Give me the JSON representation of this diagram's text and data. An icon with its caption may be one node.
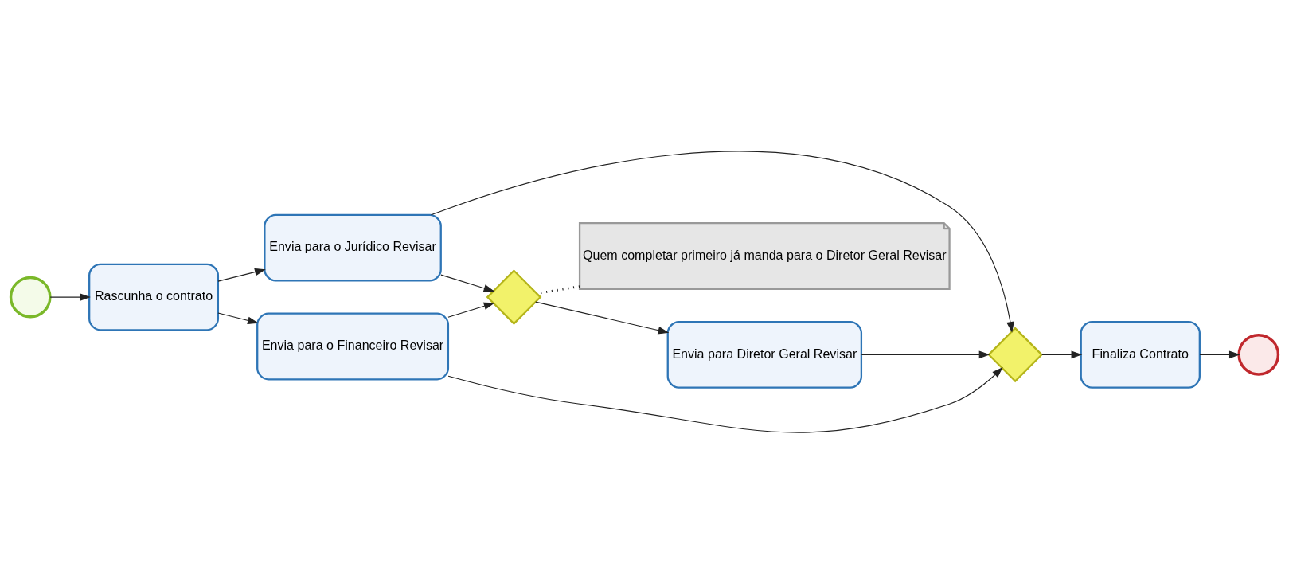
{
  "diagram": {
    "nodes": [
      {
        "text": [],
        "shape": "circle"
      },
      {
        "text": [
          "Rascunha o contrato"
        ]
      },
      {
        "text": [
          "Envia para o Jurídico Revisar"
        ]
      },
      {
        "text": [
          "Envia para o Financeiro Revisar"
        ]
      },
      {
        "text": [],
        "shape": "diamond"
      },
      {
        "text": [
          "Envia para Diretor Geral Revisar"
        ]
      },
      {
        "text": [],
        "shape": "diamond"
      },
      {
        "text": [
          "Finaliza Contrato"
        ]
      },
      {
        "text": [],
        "shape": "circle"
      },
      {
        "text": [
          "Quem completar primeiro já manda para o Diretor Geral Revisar"
        ]
      }
    ],
    "edges": [
      {
        "from": 0,
        "to": 1,
        "arrow": "to"
      },
      {
        "from": 1,
        "to": 2,
        "arrow": "to"
      },
      {
        "from": 1,
        "to": 3,
        "arrow": "to"
      },
      {
        "from": 2,
        "to": 4,
        "arrow": "to"
      },
      {
        "from": 3,
        "to": 4,
        "arrow": "to"
      },
      {
        "from": 4,
        "to": 5,
        "arrow": "to"
      },
      {
        "from": 2,
        "to": 6,
        "arrow": "to"
      },
      {
        "from": 3,
        "to": 6,
        "arrow": "to"
      },
      {
        "from": 5,
        "to": 6,
        "arrow": "to"
      },
      {
        "from": 6,
        "to": 7,
        "arrow": "to"
      },
      {
        "from": 7,
        "to": 8,
        "arrow": "to"
      },
      {
        "from": 9,
        "to": 4,
        "arrow": "none",
        "style": "dashed"
      }
    ]
  }
}
